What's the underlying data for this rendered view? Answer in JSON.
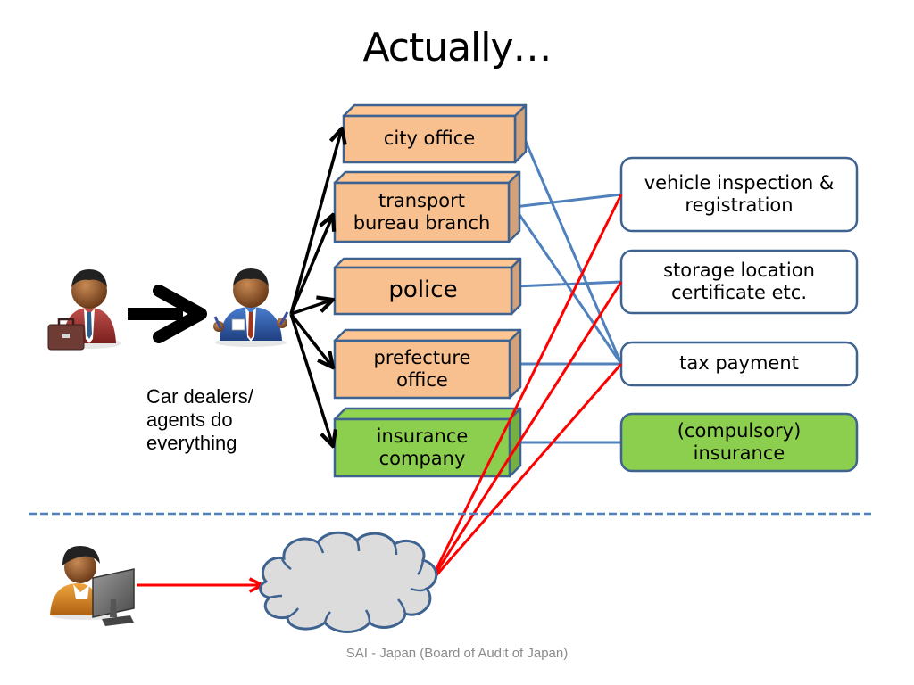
{
  "title": "Actually…",
  "agencies": [
    {
      "id": "city",
      "label": "city office",
      "color": "#f8bf8f"
    },
    {
      "id": "transport",
      "label": "transport\nbureau branch",
      "color": "#f8bf8f"
    },
    {
      "id": "police",
      "label": "police",
      "color": "#f8bf8f"
    },
    {
      "id": "prefecture",
      "label": "prefecture\noffice",
      "color": "#f8bf8f"
    },
    {
      "id": "insurance_co",
      "label": "insurance\ncompany",
      "color": "#8ccf4e"
    }
  ],
  "procedures": [
    {
      "id": "inspection",
      "label": "vehicle inspection &\nregistration",
      "color": "#ffffff"
    },
    {
      "id": "storage",
      "label": "storage location\ncertificate etc.",
      "color": "#ffffff"
    },
    {
      "id": "tax",
      "label": "tax payment",
      "color": "#ffffff"
    },
    {
      "id": "insurance",
      "label": "(compulsory)\ninsurance",
      "color": "#8ccf4e"
    }
  ],
  "links": [
    {
      "from": "city",
      "to": "tax"
    },
    {
      "from": "transport",
      "to": "inspection"
    },
    {
      "from": "transport",
      "to": "tax"
    },
    {
      "from": "police",
      "to": "storage"
    },
    {
      "from": "prefecture",
      "to": "tax"
    },
    {
      "from": "insurance_co",
      "to": "insurance"
    }
  ],
  "online_links": [
    "inspection",
    "storage",
    "tax"
  ],
  "actors": {
    "owner": "car-owner-with-briefcase",
    "agent": "agent-with-pens",
    "online_user": "user-at-computer"
  },
  "agent_note": "Car dealers/\nagents do\neverything",
  "footer": "SAI - Japan (Board of Audit of Japan)",
  "colors": {
    "blue_line": "#4f81bd",
    "box_border": "#3f6390",
    "red_line": "#ff0000",
    "cloud_fill": "#dcdcdc",
    "dash": "#4f81bd"
  }
}
